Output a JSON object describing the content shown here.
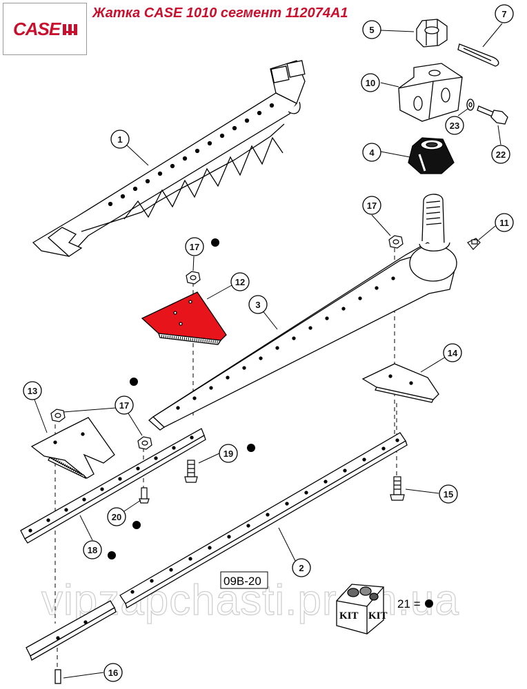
{
  "header": {
    "logo_text": "CASE",
    "title": "Жатка CASE 1010 сегмент 112074A1"
  },
  "callouts": {
    "c1": "1",
    "c2": "2",
    "c3": "3",
    "c4": "4",
    "c5": "5",
    "c7": "7",
    "c10": "10",
    "c11": "11",
    "c12": "12",
    "c13": "13",
    "c14": "14",
    "c15": "15",
    "c16": "16",
    "c17a": "17",
    "c17b": "17",
    "c17c": "17",
    "c18": "18",
    "c19": "19",
    "c20": "20",
    "c22": "22",
    "c23": "23"
  },
  "reference_box": "09B-20",
  "kit": {
    "label_left": "KIT",
    "label_right": "KIT",
    "equation": "21 ="
  },
  "watermark": "vipzapchasti.prom.ua",
  "colors": {
    "highlight": "#e8141b",
    "brand_red": "#c8102e",
    "line": "#000000"
  }
}
